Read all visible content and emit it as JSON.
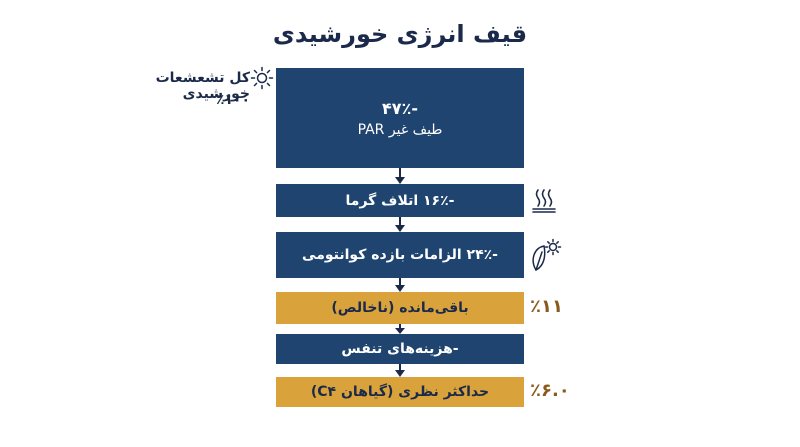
{
  "title": "قیف انرژی خورشیدی",
  "input": {
    "label": "کل تشعشعات خورشیدی",
    "value": "٪۱۰۰",
    "icon": "sun-icon"
  },
  "stages": [
    {
      "value": "-۴۷٪",
      "label": "طیف غیر PAR",
      "color": "#1f4470"
    },
    {
      "text": "-۱۶٪ اتلاف گرما",
      "icon": "heat-waves-icon",
      "color": "#1f4470"
    },
    {
      "text": "-۲۴٪ الزامات بازده کوانتومی",
      "icon": "leaf-sun-icon",
      "color": "#1f4470"
    },
    {
      "text": "باقی‌مانده (ناخالص)",
      "side_value": "٪۱۱",
      "color": "#d9a23a"
    },
    {
      "text": "-هزینه‌های تنفس",
      "color": "#1f4470"
    },
    {
      "text": "حداکثر نظری (گیاهان C۴)",
      "side_value": "٪۶.۰",
      "color": "#d9a23a"
    }
  ]
}
